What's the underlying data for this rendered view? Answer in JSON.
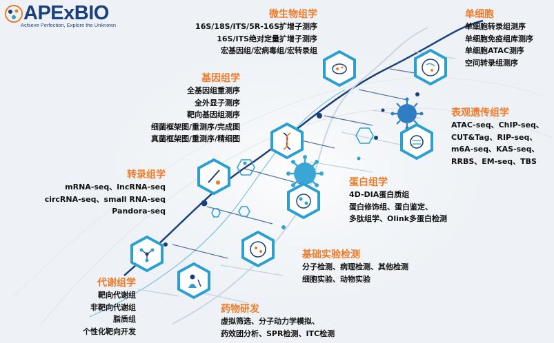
{
  "logo": {
    "name": "APExBIO",
    "tagline": "Achieve Perfection, Explore the Unknown"
  },
  "sections": {
    "microbiome": {
      "title": "微生物组学",
      "items": [
        "16S/18S/ITS/5R-16S扩增子测序",
        "16S/ITS绝对定量扩增子测序",
        "宏基因组/宏病毒组/宏转录组"
      ]
    },
    "single_cell": {
      "title": "单细胞",
      "items": [
        "单细胞转录组测序",
        "单细胞免疫组库测序",
        "单细胞ATAC测序",
        "空间转录组测序"
      ]
    },
    "genomics": {
      "title": "基因组学",
      "items": [
        "全基因组重测序",
        "全外显子测序",
        "靶向基因组测序",
        "细菌框架图/重测序/完成图",
        "真菌框架图/重测序/精细图"
      ]
    },
    "epigenetics": {
      "title": "表观遗传组学",
      "items": [
        "ATAC-seq、ChIP-seq、",
        "CUT&Tag、RIP-seq、",
        "m6A-seq、KAS-seq、",
        "RRBS、EM-seq、TBS"
      ]
    },
    "transcriptomics": {
      "title": "转录组学",
      "items": [
        "mRNA-seq、lncRNA-seq",
        "circRNA-seq、small RNA-seq",
        "Pandora-seq"
      ]
    },
    "proteomics": {
      "title": "蛋白组学",
      "items": [
        "4D-DIA蛋白质组",
        "蛋白修饰组、蛋白鉴定、",
        "多肽组学、Olink多蛋白检测"
      ]
    },
    "basic_experiments": {
      "title": "基础实验检测",
      "items": [
        "分子检测、病理检测、其他检测",
        "细胞实验、动物实验"
      ]
    },
    "metabolomics": {
      "title": "代谢组学",
      "items": [
        "靶向代谢组",
        "非靶向代谢组",
        "脂质组",
        "个性化靶向开发"
      ]
    },
    "drug_development": {
      "title": "药物研发",
      "items": [
        "虚拟筛选、分子动力学模拟、",
        "药效团分析、SPR检测、ITC检测"
      ]
    }
  },
  "icons": [
    "microbe-icon",
    "cell-icon",
    "dna-icon",
    "virus-icon",
    "pipette-icon",
    "protein-icon",
    "petri-dish-icon",
    "molecule-network-icon",
    "scientist-icon"
  ],
  "colors": {
    "accent_orange": "#ee7b2a",
    "hex_border": "#2a9fd0",
    "helix_dark": "#1b3f7a",
    "text": "#111111",
    "logo_blue": "#1b3f7a"
  }
}
